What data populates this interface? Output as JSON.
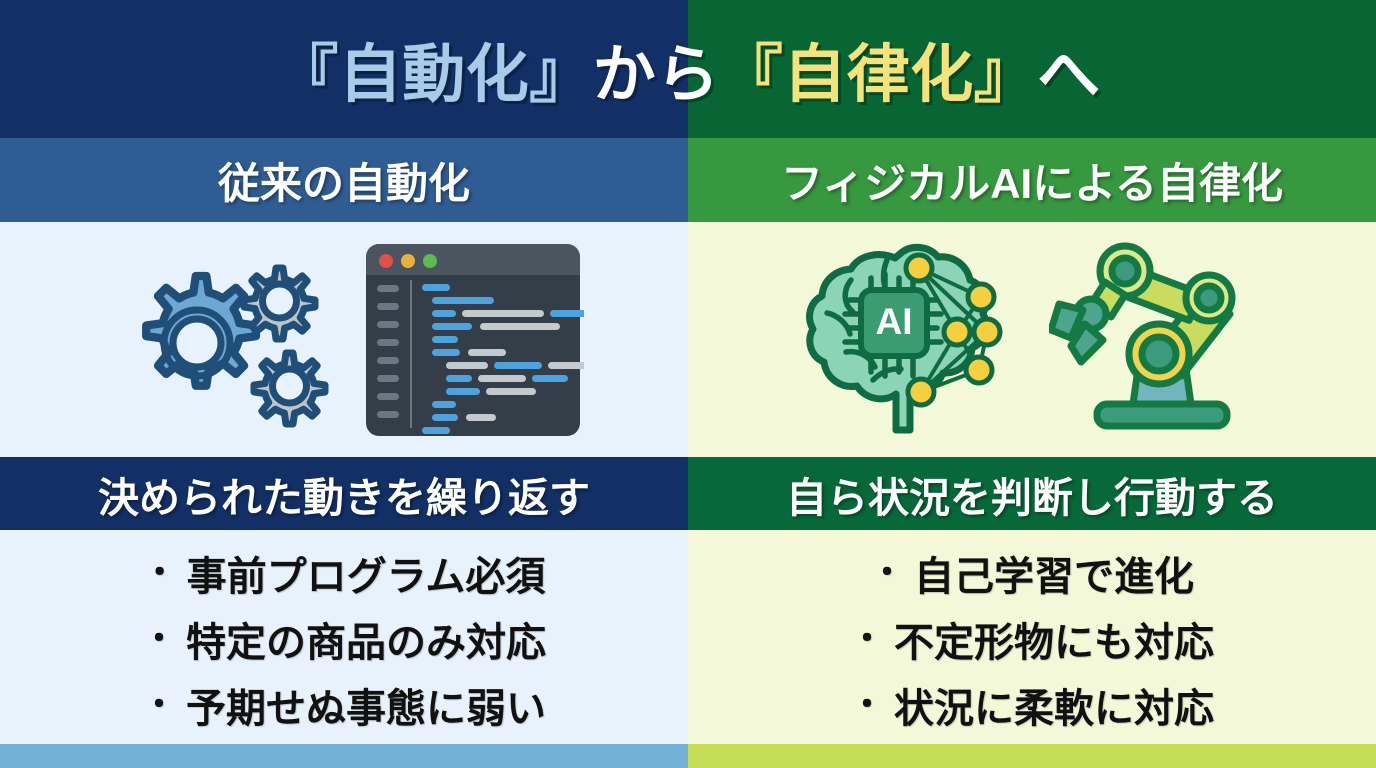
{
  "title": {
    "segment_quoted_left": "『自動化』",
    "segment_middle": "から",
    "segment_quoted_right": "『自律化』",
    "segment_end": "へ",
    "color_left": "#a8cbe8",
    "color_middle": "#ffffff",
    "color_right": "#f6e27a"
  },
  "subtitles": {
    "left": "従来の自動化",
    "right": "フィジカルAIによる自律化"
  },
  "banners": {
    "left": "決められた動きを繰り返す",
    "right": "自ら状況を判断し行動する"
  },
  "icons": {
    "left": [
      {
        "name": "gears-icon",
        "label": "gears"
      },
      {
        "name": "code-window-icon",
        "label": "code editor window"
      }
    ],
    "right": [
      {
        "name": "ai-brain-icon",
        "label": "AI brain",
        "chip_text": "AI"
      },
      {
        "name": "robot-arm-icon",
        "label": "robotic arm"
      }
    ]
  },
  "bullets": {
    "marker": "・",
    "left": [
      "事前プログラム必須",
      "特定の商品のみ対応",
      "予期せぬ事態に弱い"
    ],
    "right": [
      "自己学習で進化",
      "不定形物にも対応",
      "状況に柔軟に対応"
    ]
  },
  "colors": {
    "navy": "#123066",
    "dark_green": "#076633",
    "steel_blue": "#2f5d93",
    "medium_green": "#36983f",
    "banner_navy": "#123066",
    "banner_green": "#07693a",
    "bg_left": "#e8f2fd",
    "bg_right": "#f2f8d8",
    "accent_left": "#73b2d6",
    "accent_right": "#c5dc55"
  }
}
